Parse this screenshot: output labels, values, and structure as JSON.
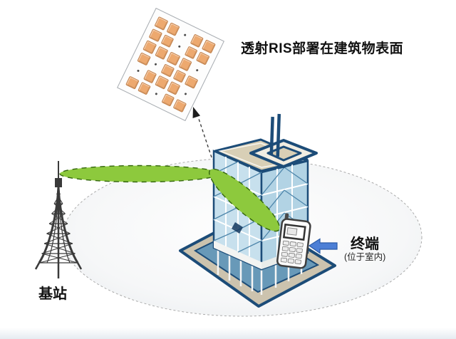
{
  "scene": {
    "caption_ris": "透射RIS部署在建筑物表面",
    "label_base_station": "基站",
    "label_terminal": "终端",
    "label_terminal_location": "(位于室内)"
  },
  "ris_panel": {
    "grid_rows": 6,
    "grid_cols": 5,
    "pattern": [
      [
        "S",
        "S",
        "D",
        "S",
        "S"
      ],
      [
        "S",
        "S",
        "D",
        "S",
        "S"
      ],
      [
        "S",
        "S",
        "S",
        "S",
        "D"
      ],
      [
        "S",
        "D",
        "S",
        "S",
        "S"
      ],
      [
        "D",
        "S",
        "S",
        "S",
        "D"
      ],
      [
        "S",
        "S",
        "D",
        "S",
        "S"
      ]
    ]
  },
  "components": [
    "transmissive-ris-panel",
    "base-station-tower",
    "building-with-indoor-terminal",
    "signal-beam-from-base-station",
    "refracted-beam-to-terminal",
    "coverage-area-ellipse",
    "terminal-phone",
    "terminal-pointer-arrow",
    "ris-pointer-arrow"
  ],
  "colors": {
    "beam_green": "#8DC93D",
    "beam_edge_green": "#33660D",
    "building_navy": "#1C4C78",
    "facade_blue": "#C7E0ED",
    "roof_tan": "#D8CFB6",
    "ris_orange": "#EDA96F",
    "arrow_blue": "#4C7FD6",
    "tower_gray": "#3A3A3A",
    "text_black": "#111111"
  }
}
